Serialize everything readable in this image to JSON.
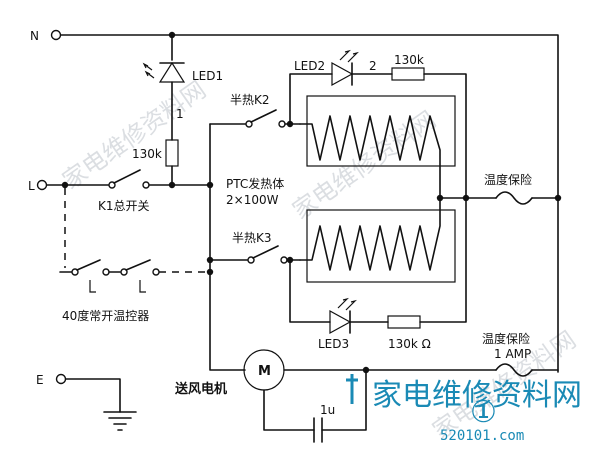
{
  "labels": {
    "n": "N",
    "l": "L",
    "e": "E",
    "led1": "LED1",
    "led2": "LED2",
    "led3": "LED3",
    "res_led1": "130k",
    "res_led2": "130k",
    "res_led3": "130k Ω",
    "mark_1": "1",
    "mark_2": "2",
    "k1_switch": "K1总开关",
    "half_heat_k2": "半热K2",
    "half_heat_k3": "半热K3",
    "ptc_heater": "PTC发热体",
    "ptc_power": "2×100W",
    "thermo_fuse_top": "温度保险",
    "thermo_fuse_bottom": "温度保险",
    "fuse_rating": "1 AMP",
    "thermostat": "40度常开温控器",
    "motor_letter": "M",
    "fan_motor": "送风电机",
    "capacitor": "1u"
  },
  "watermark": {
    "brand": "家电维修资料网",
    "site": "520101.com",
    "circle_number": "①"
  },
  "colors": {
    "line": "#111111",
    "watermark_blue": "#1a8ab5",
    "watermark_gray": "#9aa3ad"
  }
}
